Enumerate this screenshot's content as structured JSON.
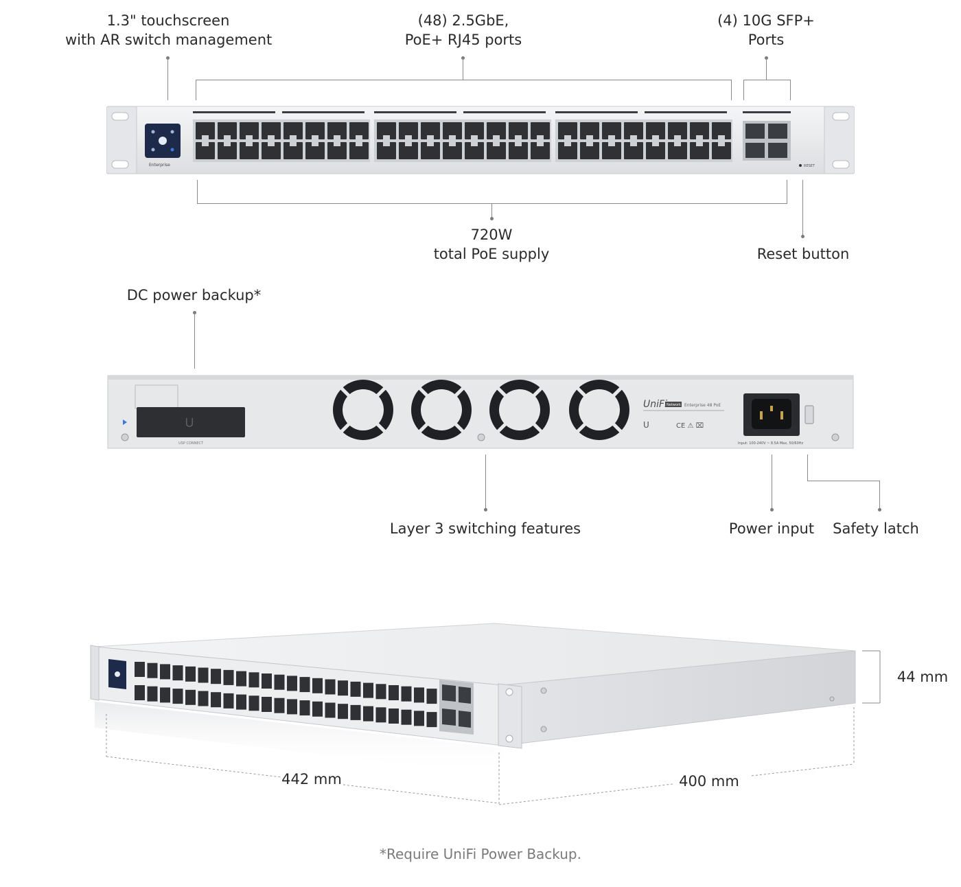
{
  "front_view": {
    "touchscreen_label": [
      "1.3\" touchscreen",
      "with AR switch management"
    ],
    "rj45_label": [
      "(48) 2.5GbE,",
      "PoE+ RJ45 ports"
    ],
    "sfp_label": [
      "(4) 10G SFP+",
      "Ports"
    ],
    "poe_label": [
      "720W",
      "total PoE supply"
    ],
    "reset_label": "Reset button",
    "brand_mark": "Enterprise",
    "reset_text": "RESET"
  },
  "rear_view": {
    "dc_backup_label": "DC power backup*",
    "layer3_label": "Layer 3 switching features",
    "power_input_label": "Power input",
    "safety_latch_label": "Safety latch",
    "usp_connect": "USP CONNECT",
    "unifi_logo": "UniFi",
    "network_badge": "Network",
    "model_text": "Enterprise 48 PoE",
    "power_rating": "Input: 100-240V ~ 8.5A Max, 50/60Hz"
  },
  "iso_view": {
    "height_label": "44 mm",
    "width_label": "442 mm",
    "depth_label": "400 mm"
  },
  "footnote": "*Require UniFi Power Backup.",
  "colors": {
    "chassis": "#e9eaec",
    "chassis_dark": "#c9cbcf",
    "port": "#2f3134",
    "screen": "#1d2a4a",
    "accent_blue": "#3d7bd9"
  }
}
